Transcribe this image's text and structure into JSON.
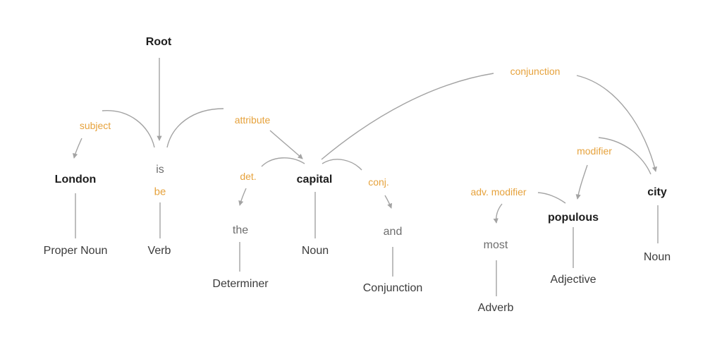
{
  "diagram": {
    "type": "dependency-parse-tree",
    "root_label": "Root",
    "tokens": [
      {
        "text": "London",
        "pos": "Proper Noun",
        "emphasis": true
      },
      {
        "text": "is",
        "lemma": "be",
        "pos": "Verb",
        "emphasis": false
      },
      {
        "text": "the",
        "pos": "Determiner",
        "emphasis": false
      },
      {
        "text": "capital",
        "pos": "Noun",
        "emphasis": true
      },
      {
        "text": "and",
        "pos": "Conjunction",
        "emphasis": false
      },
      {
        "text": "most",
        "pos": "Adverb",
        "emphasis": false
      },
      {
        "text": "populous",
        "pos": "Adjective",
        "emphasis": true
      },
      {
        "text": "city",
        "pos": "Noun",
        "emphasis": true
      }
    ],
    "dependencies": [
      {
        "label": "subject",
        "head": "is",
        "dependent": "London"
      },
      {
        "label": "attribute",
        "head": "is",
        "dependent": "capital"
      },
      {
        "label": "det.",
        "head": "capital",
        "dependent": "the"
      },
      {
        "label": "conj.",
        "head": "capital",
        "dependent": "and"
      },
      {
        "label": "conjunction",
        "head": "capital",
        "dependent": "city"
      },
      {
        "label": "modifier",
        "head": "city",
        "dependent": "populous"
      },
      {
        "label": "adv. modifier",
        "head": "populous",
        "dependent": "most"
      }
    ],
    "colors": {
      "dependency_label": "#e6a23c",
      "lemma": "#e6a23c",
      "token_emphasis": "#1d1d1d",
      "token_plain": "#6e6e6e",
      "pos_label": "#3b3b3b",
      "edge": "#a3a3a3",
      "background": "#ffffff"
    }
  }
}
